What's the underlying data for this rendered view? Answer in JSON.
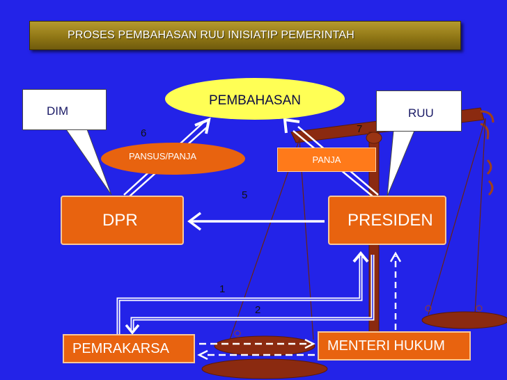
{
  "title": "PROSES PEMBAHASAN RUU INISIATIP PEMERINTAH",
  "nodes": {
    "pembahasan": "PEMBAHASAN",
    "dim": "DIM",
    "ruu": "RUU",
    "pansus_panja": "PANSUS/PANJA",
    "panja": "PANJA",
    "dpr": "DPR",
    "presiden": "PRESIDEN",
    "pemrakarsa": "PEMRAKARSA",
    "menteri_hukum": "MENTERI HUKUM"
  },
  "steps": {
    "s1": "1",
    "s2": "2",
    "s5": "5",
    "s6": "6",
    "s7": "7"
  },
  "colors": {
    "background": "#2323e8",
    "box": "#e8630f",
    "ellipse": "#ffff55",
    "title_bar": "#8d7414",
    "scale": "#8b2a10"
  }
}
